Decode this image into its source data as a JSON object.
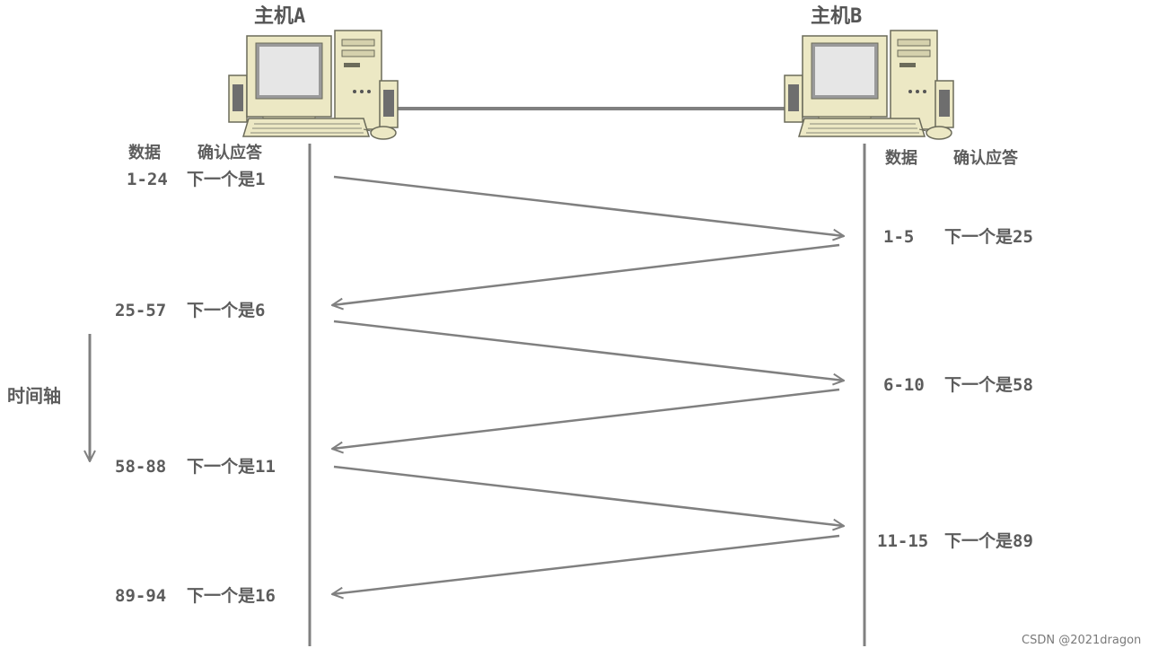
{
  "hostA": {
    "title": "主机A",
    "header_data": "数据",
    "header_ack": "确认应答",
    "rows": [
      {
        "data": "1-24",
        "ack": "下一个是1"
      },
      {
        "data": "25-57",
        "ack": "下一个是6"
      },
      {
        "data": "58-88",
        "ack": "下一个是11"
      },
      {
        "data": "89-94",
        "ack": "下一个是16"
      }
    ]
  },
  "hostB": {
    "title": "主机B",
    "header_data": "数据",
    "header_ack": "确认应答",
    "rows": [
      {
        "data": "1-5",
        "ack": "下一个是25"
      },
      {
        "data": "6-10",
        "ack": "下一个是58"
      },
      {
        "data": "11-15",
        "ack": "下一个是89"
      }
    ]
  },
  "time_axis_label": "时间轴",
  "watermark": "CSDN @2021dragon",
  "colors": {
    "line": "#808080",
    "text": "#5c5c5c",
    "computer_body": "#ece8c4",
    "computer_outline": "#6b6b5a",
    "screen": "#dcdcdc"
  }
}
